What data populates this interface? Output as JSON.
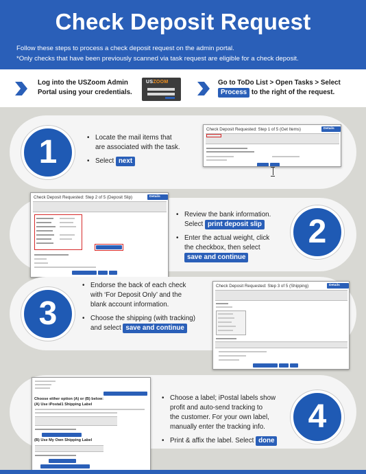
{
  "header": {
    "title": "Check Deposit Request",
    "subtitle_1": "Follow these steps to process a check deposit request on the admin portal.",
    "subtitle_2": "*Only checks that have been previously scanned via task request are eligible for a check deposit."
  },
  "intro": {
    "left_line_1": "Log into the USZoom Admin",
    "left_line_2": "Portal using your credentials.",
    "logo_text_1": "US",
    "logo_text_2": "ZOOM",
    "right_line_1": "Go to ToDo List > Open Tasks > Select",
    "right_pill": "Process",
    "right_line_2_rest": " to the right of the request."
  },
  "steps": [
    {
      "number": "1",
      "bullet_1_line_1": "Locate the mail items that",
      "bullet_1_line_2": "are associated with the task.",
      "bullet_2_pre": "Select ",
      "bullet_2_pill": "next",
      "shot_title": "Check Deposit Requested: Step 1 of 5 (Get Items)",
      "shot_tag": "Details Task"
    },
    {
      "number": "2",
      "bullet_1_line_1": "Review the bank information.",
      "bullet_1_pre": "Select ",
      "bullet_1_pill": "print deposit slip",
      "bullet_2_line_1": "Enter the actual weight, click",
      "bullet_2_line_2": "the checkbox, then select",
      "bullet_2_pill": "save and continue",
      "shot_title": "Check Deposit Requested: Step 2 of 5 (Deposit Slip)",
      "shot_tag": "Details Task"
    },
    {
      "number": "3",
      "bullet_1_line_1": "Endorse the back of each check",
      "bullet_1_line_2": "with ‘For Deposit Only’ and the",
      "bullet_1_line_3": "blank account information.",
      "bullet_2_line_1": "Choose the shipping (with tracking)",
      "bullet_2_pre": "and select ",
      "bullet_2_pill": "save and continue",
      "shot_title": "Check Deposit Requested: Step 3 of 5 (Shipping)",
      "shot_tag": "Details Task"
    },
    {
      "number": "4",
      "bullet_1_line_1": "Choose a label; iPostal labels show",
      "bullet_1_line_2": "profit and auto-send tracking to",
      "bullet_1_line_3": "the customer. For your own label,",
      "bullet_1_line_4": "manually enter the tracking info.",
      "bullet_2_pre": "Print & affix the label. Select ",
      "bullet_2_pill": "done",
      "shot_heading_1": "Choose either option (A) or (B) below:",
      "shot_heading_2": "(A) Use iPostal1 Shipping Label",
      "shot_heading_3": "(B) Use My Own Shipping Label"
    }
  ],
  "colors": {
    "brand_blue": "#2a5fb8",
    "number_blue": "#1f5ab4",
    "band_gray": "#d8d8d3",
    "card_bg": "#f5f5f5",
    "highlight_red": "#d62828",
    "logo_orange": "#f29221"
  }
}
